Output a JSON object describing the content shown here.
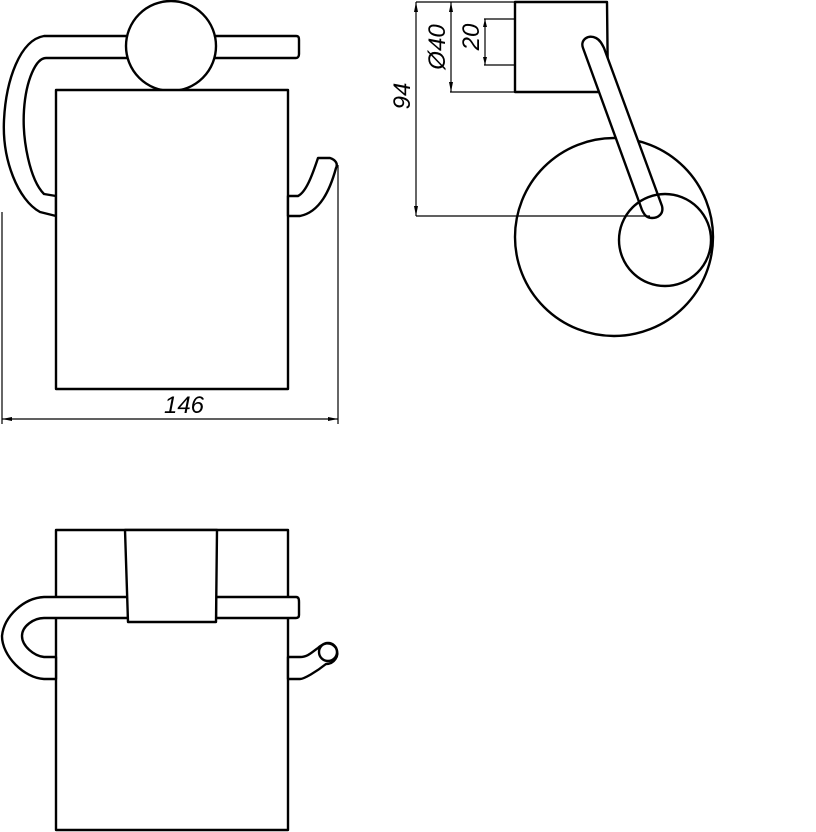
{
  "drawing": {
    "subject": "toilet paper holder technical drawing",
    "views": [
      {
        "name": "front-view",
        "label": ""
      },
      {
        "name": "side-view",
        "label": ""
      },
      {
        "name": "top-view",
        "label": ""
      }
    ],
    "dimensions": {
      "width": "146",
      "height_to_axis": "94",
      "mount_diameter": "Ø40",
      "mount_inner": "20"
    },
    "colors": {
      "line": "#000000",
      "background": "#ffffff"
    }
  }
}
